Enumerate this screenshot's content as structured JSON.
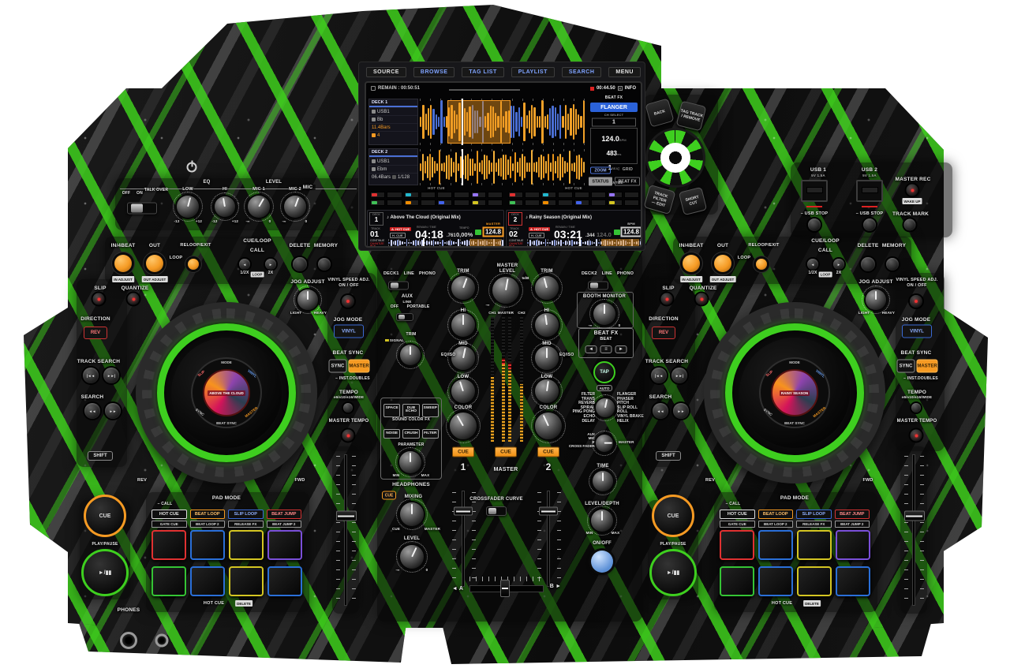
{
  "screen": {
    "nav": [
      "SOURCE",
      "BROWSE",
      "TAG LIST",
      "PLAYLIST",
      "SEARCH",
      "MENU"
    ],
    "remain": "REMAIN : 00:50:51",
    "clock": "00:44.50",
    "info": "INFO",
    "d1": {
      "title": "DECK 1",
      "usb": "USB1",
      "key": "Bb",
      "bars": "11.4Bars",
      "loop": "4"
    },
    "d2": {
      "title": "DECK 2",
      "usb": "USB1",
      "key": "Ebm",
      "bars": "06.4Bars",
      "loop": "1/128"
    },
    "fx": {
      "title": "BEAT FX",
      "name": "FLANGER",
      "ch_select": "CH SELECT",
      "ch": "1",
      "bpm": "124.0",
      "bpm_u": "BPM",
      "ms": "483",
      "ms_u": "ms",
      "beat": "1",
      "beat_u": "BEAT",
      "quantize": "QUANTIZE",
      "zoom": "ZOOM",
      "grid": "← GRID",
      "status": "STATUS",
      "beatfx": "BEAT FX"
    },
    "hotcue": "HOT CUE",
    "hc1": [
      "#e03131",
      "",
      "#22b8cf",
      "",
      "",
      "",
      "#9775fa",
      ""
    ],
    "hc2": [
      "#40c057",
      "",
      "#f08c00",
      "",
      "#4263eb",
      "",
      "#d4c522",
      ""
    ],
    "t1": {
      "deck": "DECK",
      "no": "1",
      "title": "♪ Above The Cloud (Original Mix)",
      "track": "TRACK",
      "tno": "01",
      "cont": "CONTINUE",
      "q": "QUANTIZE",
      "qv": "1/4",
      "b1": "A. HOT CUE",
      "b2": "H. CUE",
      "rt": "REMAIN / TIME",
      "time": "04:18",
      "frac": ".761",
      "tempo": "TEMPO",
      "tval": "0,00%",
      "bl": "MASTER",
      "bpm": "124.8"
    },
    "t2": {
      "deck": "DECK",
      "no": "2",
      "title": "♪ Rainy Season (Original Mix)",
      "track": "TRACK",
      "tno": "02",
      "cont": "CONTINUE",
      "q": "QUANTIZE",
      "qv": "1/4",
      "b1": "A. HOT CUE",
      "b2": "H. CUE",
      "rt": "REMAIN / TIME",
      "time": "03:21",
      "frac": ".344",
      "ghost": "124.0",
      "bl": "BPM",
      "bpm": "124.8"
    }
  },
  "browse": {
    "back": "BACK",
    "tag1": "TAG TRACK",
    "tag2": "/ REMOVE",
    "tf1": "TRACK FILTER",
    "tf2": "— EDIT",
    "sc": "SHORT CUT"
  },
  "mic": {
    "title": "MIC",
    "off": "OFF",
    "on": "ON",
    "talk": "TALK OVER",
    "eq": "EQ",
    "low": "LOW",
    "hi": "HI",
    "level": "LEVEL",
    "mic1": "MIC 1",
    "mic2": "MIC 2",
    "m12": "-12",
    "p12": "+12",
    "inf": "-∞",
    "zero": "0"
  },
  "usb": {
    "u1": "USB 1",
    "spec": "5V 1.5A",
    "u2": "USB 2",
    "stop": "– USB STOP",
    "rec": "MASTER REC",
    "wake": "WAKE UP",
    "mark": "TRACK MARK"
  },
  "deck": {
    "in4": "IN/4BEAT",
    "in_adj": "IN ADJUST",
    "out": "OUT",
    "out_adj": "OUT ADJUST",
    "loop": "LOOP",
    "reloop": "RELOOP/EXIT",
    "cueloop": "CUE/LOOP",
    "call": "CALL",
    "left": "◄",
    "right": "►",
    "halfx": "1/2X",
    "loop2": "LOOP",
    "twox": "2X",
    "del": "DELETE",
    "mem": "MEMORY",
    "slip": "SLIP",
    "quant": "QUANTIZE",
    "dir": "DIRECTION",
    "rev": "REV",
    "ts": "TRACK SEARCH",
    "prev": "|◄◄",
    "next": "►►|",
    "search": "SEARCH",
    "rew": "◄◄",
    "ff": "►►",
    "shift": "SHIFT",
    "ja": "JOG ADJUST",
    "light": "LIGHT",
    "heavy": "HEAVY",
    "vsa": "VINYL SPEED ADJ.",
    "onoff": "ON / OFF",
    "jm": "JOG MODE",
    "vinyl": "VINYL",
    "bs": "BEAT SYNC",
    "sync": "SYNC",
    "master": "MASTER",
    "inst": "– INST.DOUBLES",
    "tempo": "TEMPO",
    "range": "±6/±10/±16/WIDE",
    "mt": "MASTER TEMPO",
    "rev2": "REV",
    "fwd": "FWD",
    "pm": "PAD MODE",
    "call2": "– CALL",
    "modes": [
      "HOT CUE",
      "BEAT LOOP",
      "SLIP LOOP",
      "BEAT JUMP"
    ],
    "modes2": [
      "GATE CUE",
      "BEAT LOOP 2",
      "RELEASE FX",
      "BEAT JUMP 2"
    ],
    "pad_colors": [
      "#e03131",
      "#2a6fd8",
      "#d4c522",
      "#7a4fd8",
      "#35c435",
      "#2a6fd8",
      "#d4c522",
      "#2a6fd8"
    ],
    "hc": "HOT CUE",
    "delb": "DELETE",
    "cue": "CUE",
    "pp": "PLAY/PAUSE",
    "play": "►/▮▮",
    "phones": "PHONES",
    "ring": [
      "MODE",
      "VINYL",
      "SLIP",
      "SYNC",
      "BEAT SYNC",
      "MASTER"
    ],
    "art1": "ABOVE THE CLOUD",
    "art2": "RAINY SEASON"
  },
  "mixer": {
    "deck1": "DECK1",
    "deck2": "DECK2",
    "line": "LINE",
    "phono": "PHONO",
    "aux": "AUX",
    "aline": "LINE",
    "off": "OFF",
    "port": "PORTABLE",
    "signal": "SIGNAL",
    "trim": "TRIM",
    "ml": "MASTER LEVEL",
    "booth": "BOOTH MONITOR",
    "hi": "HI",
    "mid": "MID",
    "low": "LOW",
    "eqiso": "EQ/ISO",
    "ch1": "CH1",
    "ch2": "CH2",
    "master": "MASTER",
    "color": "COLOR",
    "scfx": "SOUND COLOR FX",
    "fx1": [
      "SPACE",
      "DUB ECHO",
      "SWEEP"
    ],
    "fx2": [
      "NOISE",
      "CRUSH",
      "FILTER"
    ],
    "param": "PARAMETER",
    "min": "MIN",
    "max": "MAX",
    "cue": "CUE",
    "one": "1",
    "two": "2",
    "hp": "HEADPHONES",
    "mixing": "MIXING",
    "level": "LEVEL",
    "curve": "CROSSFADER CURVE",
    "a": "◄ A",
    "b": "B ►",
    "inf": "-∞",
    "zero": "0",
    "db5": "5dB"
  },
  "beatfx": {
    "title": "BEAT FX",
    "beat": "BEAT",
    "left": "◄",
    "mid": "≡",
    "right": "►",
    "tap": "TAP",
    "auto": "AUTO",
    "fxl": [
      "FILTER",
      "TRANS",
      "REVERB",
      "SPIRAL",
      "PING PONG",
      "ECHO",
      "DELAY"
    ],
    "fxr": [
      "FLANGER",
      "PHASER",
      "PITCH",
      "SLIP ROLL",
      "ROLL",
      "VINYL BRAKE",
      "HELIX"
    ],
    "asnl": [
      "AUX",
      "MIC",
      "B",
      "CROSS FADER"
    ],
    "asnr": [
      "MASTER"
    ],
    "time": "TIME",
    "ld": "LEVEL/DEPTH",
    "min": "MIN",
    "max": "MAX",
    "onoff": "ON/OFF"
  }
}
